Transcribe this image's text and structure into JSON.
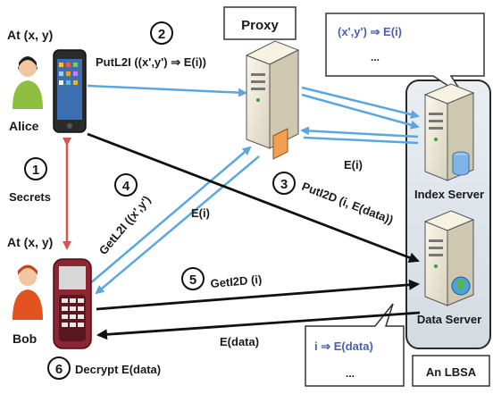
{
  "actors": {
    "alice": {
      "location": "At (x, y)",
      "name": "Alice"
    },
    "bob": {
      "location": "At (x, y)",
      "name": "Bob"
    }
  },
  "servers": {
    "proxy": "Proxy",
    "index": "Index Server",
    "data": "Data Server",
    "lbsa": "An LBSA"
  },
  "callouts": {
    "index_entry": "(x',y') ⇒ E(i)",
    "index_more": "...",
    "data_entry": "i ⇒ E(data)",
    "data_more": "..."
  },
  "steps": [
    {
      "number": "1",
      "text": "Secrets"
    },
    {
      "number": "2",
      "text": "PutL2I ((x',y') ⇒ E(i))"
    },
    {
      "number": "3",
      "text": "PutI2D (i, E(data))"
    },
    {
      "number": "4",
      "text": "GetL2I ((x',y')"
    },
    {
      "number": "5",
      "text": "GetI2D (i)"
    },
    {
      "number": "6",
      "text": "Decrypt E(data)"
    }
  ],
  "edge_labels": {
    "proxy_to_alice": "E(i)",
    "index_to_proxy": "E(i)",
    "data_to_bob": "E(data)"
  },
  "colors": {
    "blue_arrow": "#5aa7e0",
    "black_arrow": "#111111",
    "red_arrow": "#d9534f",
    "callout_text": "#4a5fb0"
  },
  "icons": [
    "alice-avatar-icon",
    "iphone-icon",
    "bob-avatar-icon",
    "blackberry-icon",
    "proxy-server-icon",
    "index-server-icon",
    "data-server-icon",
    "database-icon",
    "globe-icon"
  ]
}
